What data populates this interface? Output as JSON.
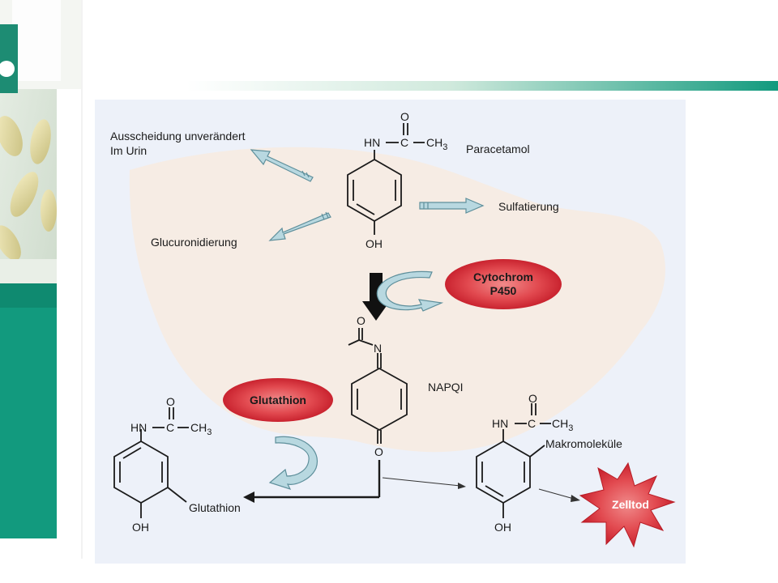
{
  "slide": {
    "accent_colors": {
      "teal": "#129a7e",
      "gradient_light": "#e9f6ef",
      "liver": "#f6ece4",
      "panel": "#edf1f9",
      "arrow_fill": "#b8d8e0",
      "arrow_stroke": "#5e8f9b",
      "badge_red": "#d9343c"
    },
    "decor_image": "pills-photo",
    "icons": [
      "pills-photo",
      "liver-shape",
      "starburst-icon",
      "curved-arrow-icon",
      "block-arrow-icon"
    ]
  },
  "diagram": {
    "paracetamol": {
      "name": "Paracetamol",
      "hn": "HN",
      "c": "C",
      "o": "O",
      "ch3": "CH",
      "ch3_sub": "3",
      "oh": "OH"
    },
    "pathways": {
      "urine": [
        "Ausscheidung unverändert",
        "Im Urin"
      ],
      "glucuronidation": "Glucuronidierung",
      "sulfation": "Sulfatierung"
    },
    "enzyme": [
      "Cytochrom",
      "P450"
    ],
    "napqi": {
      "name": "NAPQI",
      "n": "N",
      "o_top": "O",
      "o_bottom": "O"
    },
    "glutathione_badge": "Glutathion",
    "conjugate": {
      "hn": "HN",
      "c": "C",
      "o": "O",
      "ch3": "CH",
      "ch3_sub": "3",
      "oh": "OH",
      "substituent": "Glutathion"
    },
    "adduct": {
      "hn": "HN",
      "c": "C",
      "o": "O",
      "ch3": "CH",
      "ch3_sub": "3",
      "oh": "OH",
      "substituent": "Makromoleküle"
    },
    "outcome": "Zelltod"
  }
}
